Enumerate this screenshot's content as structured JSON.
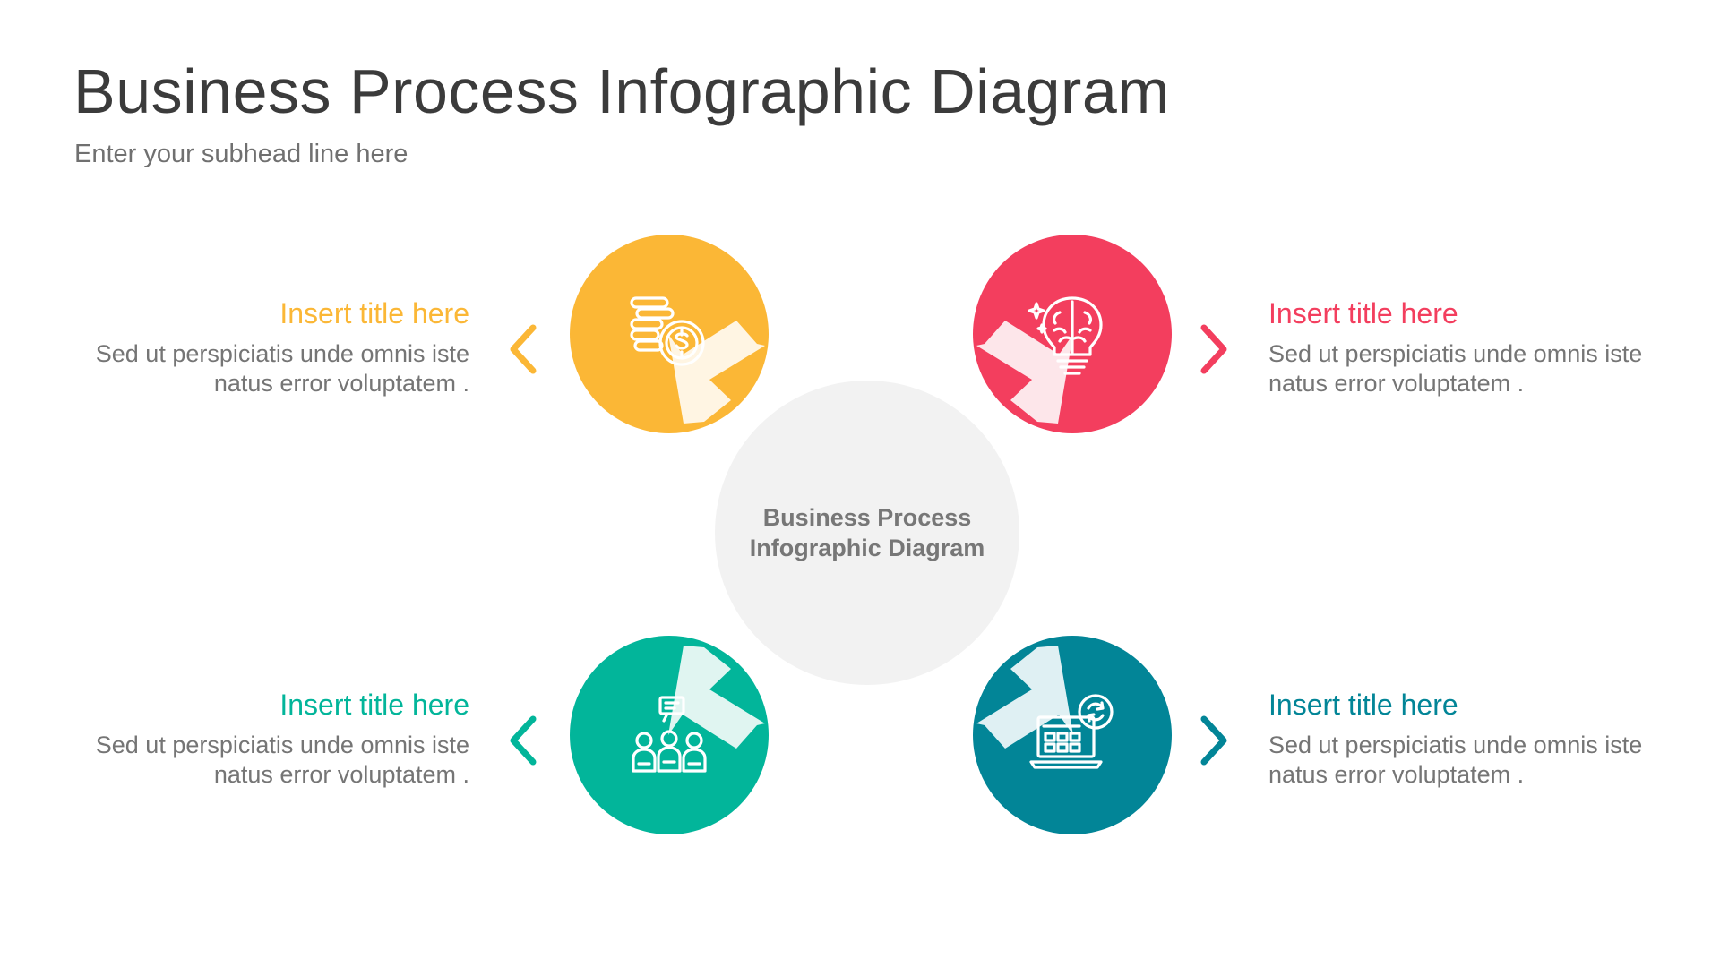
{
  "header": {
    "title": "Business Process Infographic Diagram",
    "subtitle": "Enter your subhead line here"
  },
  "center": {
    "label_line1": "Business Process",
    "label_line2": "Infographic Diagram"
  },
  "items": [
    {
      "title": "Insert title here",
      "desc_line1": "Sed ut perspiciatis unde omnis iste",
      "desc_line2": "natus error voluptatem .",
      "color": "#fbb736",
      "icon": "coins-dollar-icon"
    },
    {
      "title": "Insert title here",
      "desc_line1": "Sed ut perspiciatis unde omnis iste",
      "desc_line2": "natus error voluptatem .",
      "color": "#f33e5e",
      "icon": "brain-lightbulb-icon"
    },
    {
      "title": "Insert title here",
      "desc_line1": "Sed ut perspiciatis unde omnis iste",
      "desc_line2": "natus error voluptatem .",
      "color": "#02b59a",
      "icon": "team-idea-icon"
    },
    {
      "title": "Insert title here",
      "desc_line1": "Sed ut perspiciatis unde omnis iste",
      "desc_line2": "natus error voluptatem .",
      "color": "#028597",
      "icon": "laptop-sync-icon"
    }
  ]
}
